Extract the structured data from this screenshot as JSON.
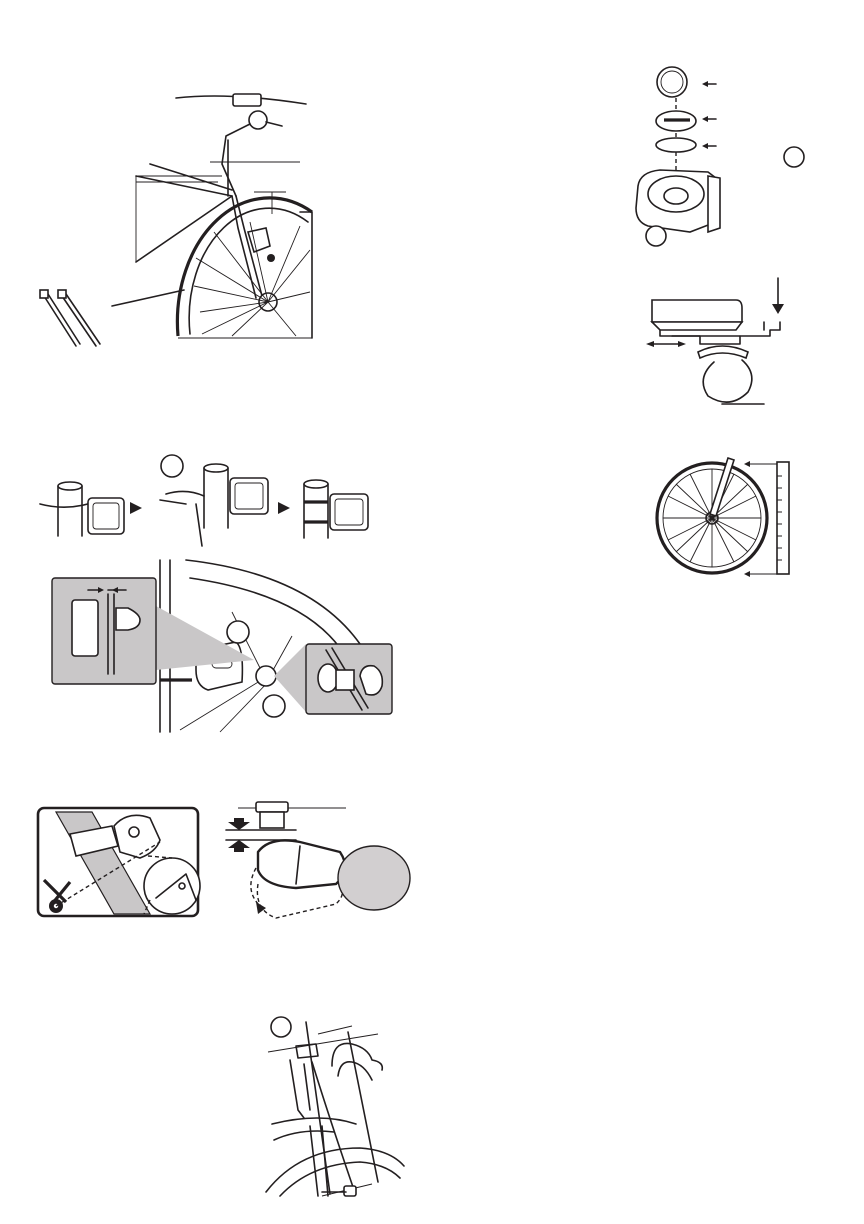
{
  "page": {
    "background": "#ffffff",
    "line_color": "#231f20",
    "inset_fill": "#c9c7c8",
    "magnet_fill": "#d2cfd0"
  },
  "figures": [
    {
      "id": "bike-overview",
      "icon": "bicycle-front-illustration"
    },
    {
      "id": "cable-ties",
      "icon": "cable-tie-icon"
    },
    {
      "id": "battery-exploded",
      "icon": "coin-battery-icon"
    },
    {
      "id": "bracket-mount",
      "icon": "computer-bracket-icon"
    },
    {
      "id": "wheel-circumference",
      "icon": "wheel-icon"
    },
    {
      "id": "sensor-attach-steps",
      "icon": "sensor-strap-icon"
    },
    {
      "id": "sensor-magnet-alignment",
      "icon": "magnet-icon"
    },
    {
      "id": "sensor-closeup",
      "icon": "sensor-closeup-icon"
    },
    {
      "id": "gap-adjust",
      "icon": "gap-adjust-icon"
    },
    {
      "id": "cable-routing",
      "icon": "cable-route-icon"
    }
  ]
}
